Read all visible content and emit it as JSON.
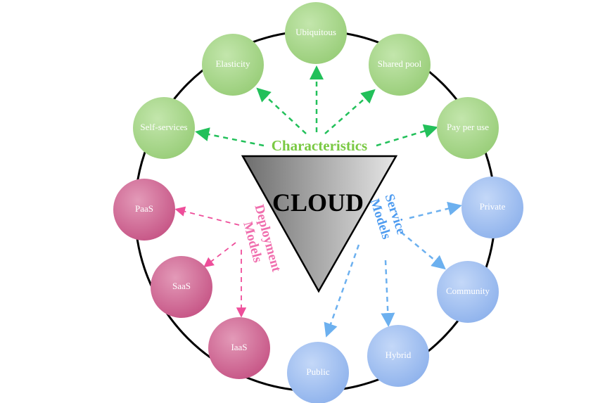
{
  "center_label": "CLOUD",
  "colors": {
    "green": "#a9d68b",
    "pink": "#cf6c96",
    "blue": "#9fbdf0",
    "green_text": "#7ac943",
    "pink_text": "#f06fae",
    "blue_text": "#4f9cf0",
    "green_arrow": "#22c05a",
    "pink_arrow": "#ee4e9a",
    "blue_arrow": "#6cb0ef"
  },
  "groups": {
    "characteristics": {
      "title": "Characteristics",
      "items": [
        "Ubiquitous",
        "Shared pool",
        "Elasticity",
        "Self-services",
        "Pay per use"
      ]
    },
    "deployment": {
      "title_line1": "Deployment",
      "title_line2": "Models",
      "items": [
        "PaaS",
        "SaaS",
        "IaaS"
      ]
    },
    "service": {
      "title_line1": "Service",
      "title_line2": "Models",
      "items": [
        "Private",
        "Community",
        "Hybrid",
        "Public"
      ]
    }
  }
}
